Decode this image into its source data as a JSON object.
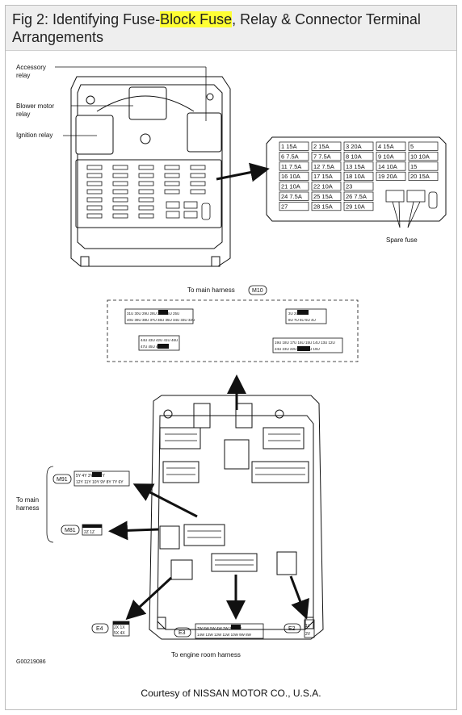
{
  "header": {
    "title_before": "Fig 2: Identifying Fuse-",
    "title_highlight": "Block Fuse",
    "title_after": ", Relay & Connector Terminal Arrangements"
  },
  "labels": {
    "accessory_relay": [
      "Accessory",
      "relay"
    ],
    "blower_motor_relay": [
      "Blower motor",
      "relay"
    ],
    "ignition_relay": "Ignition relay",
    "spare_fuse": "Spare fuse",
    "to_main_harness_top": "To main harness",
    "m10": "M10",
    "to_main_harness_left": [
      "To main",
      "harness"
    ],
    "m91": "M91",
    "m81": "M81",
    "e4": "E4",
    "e3": "E3",
    "e2": "E2",
    "to_engine_room_harness": "To engine room harness",
    "figure_id": "G00219086"
  },
  "fuse_table": [
    [
      "1 15A",
      "2 15A",
      "3 20A",
      "4 15A",
      "5"
    ],
    [
      "6 7.5A",
      "7 7.5A",
      "8 10A",
      "9 10A",
      "10 10A"
    ],
    [
      "11 7.5A",
      "12 7.5A",
      "13 15A",
      "14 10A",
      "15"
    ],
    [
      "16 10A",
      "17 15A",
      "18 10A",
      "19 20A",
      "20 15A"
    ],
    [
      "21 10A",
      "22 10A",
      "23",
      "",
      ""
    ],
    [
      "24 7.5A",
      "25 15A",
      "26 7.5A",
      "",
      ""
    ],
    [
      "27",
      "28 15A",
      "29 10A",
      "",
      ""
    ]
  ],
  "connectors": {
    "m10_a": [
      "31U 30U 29U 28U 27U 26U 25U",
      "40U 39U 38U 37U 36U 35U 34U 33U 32U"
    ],
    "m10_b": [
      "3U 2U 1U",
      "8U 7U 6U 5U 4U"
    ],
    "m10_c": [
      "44U 43U 42U 41U 46U",
      "47U 45U 43U"
    ],
    "m10_d": [
      "19U 18U 17U 16U 15U 14U 13U 12U",
      "24U 23U 22U 21U 20U 19U"
    ],
    "m91": [
      "5Y 4Y 3Y 2Y 1Y",
      "12Y 11Y 10Y 9Y 8Y 7Y 6Y"
    ],
    "m81": "2Z 1Z",
    "e4": [
      "2X 1X",
      "5X 4X"
    ],
    "e3": [
      "7W 6W 5W 4W 3W 2W 1W",
      "14W 13W 12W 11W 10W 9W 8W"
    ],
    "e2": [
      "1V",
      "2V"
    ]
  },
  "caption": "Courtesy of NISSAN MOTOR CO., U.S.A."
}
